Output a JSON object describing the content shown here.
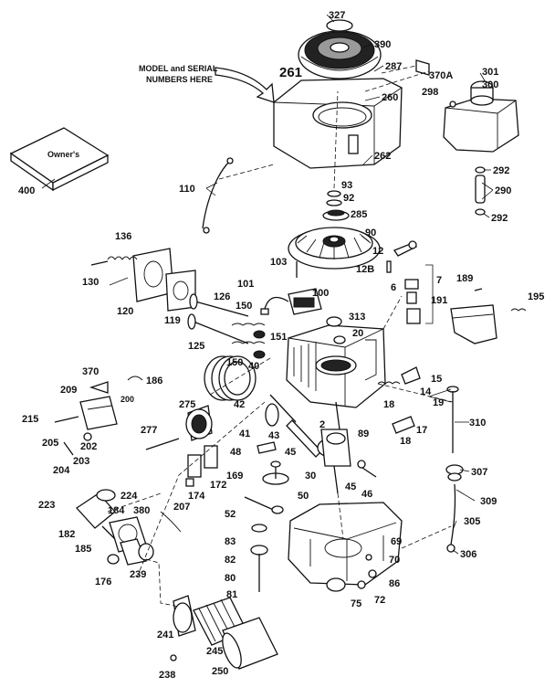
{
  "note": {
    "line1": "MODEL and SERIAL",
    "line2": "NUMBERS HERE"
  },
  "manual_cover_text": "Owner's",
  "labels": [
    "327",
    "390",
    "287",
    "370A",
    "261",
    "260",
    "301",
    "300",
    "298",
    "262",
    "292",
    "290",
    "292",
    "400",
    "93",
    "92",
    "285",
    "90",
    "12",
    "12B",
    "110",
    "136",
    "103",
    "7",
    "189",
    "191",
    "195",
    "6",
    "130",
    "120",
    "119",
    "101",
    "126",
    "100",
    "150",
    "313",
    "20",
    "125",
    "151",
    "150",
    "40",
    "370",
    "186",
    "209",
    "200",
    "275",
    "42",
    "15",
    "14",
    "18",
    "19",
    "310",
    "215",
    "205",
    "202",
    "277",
    "41",
    "43",
    "2",
    "89",
    "18",
    "17",
    "204",
    "203",
    "48",
    "45",
    "45",
    "30",
    "46",
    "307",
    "174",
    "172",
    "169",
    "50",
    "223",
    "224",
    "380",
    "207",
    "184",
    "309",
    "182",
    "52",
    "305",
    "185",
    "83",
    "69",
    "70",
    "239",
    "82",
    "176",
    "80",
    "81",
    "86",
    "306",
    "75",
    "72",
    "241",
    "245",
    "238",
    "250"
  ]
}
